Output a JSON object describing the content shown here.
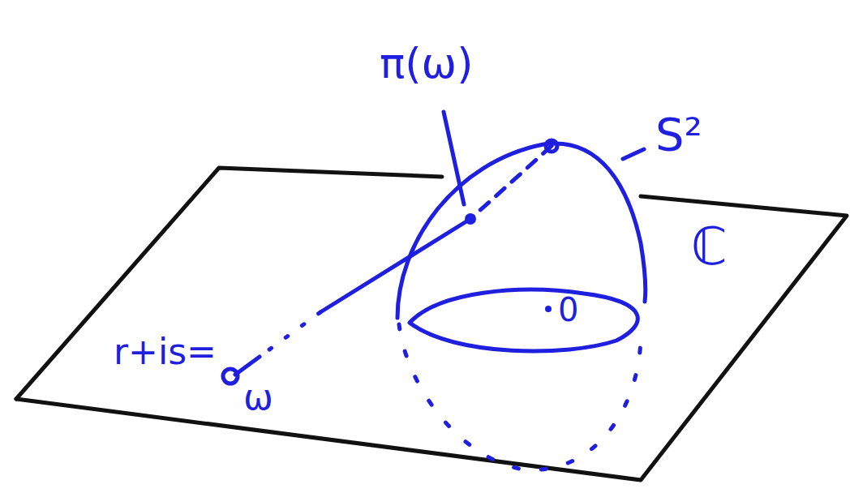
{
  "diagram": {
    "labels": [
      "π(ω)",
      "S²",
      "ℂ",
      "r+is=",
      "ω",
      "0"
    ]
  }
}
